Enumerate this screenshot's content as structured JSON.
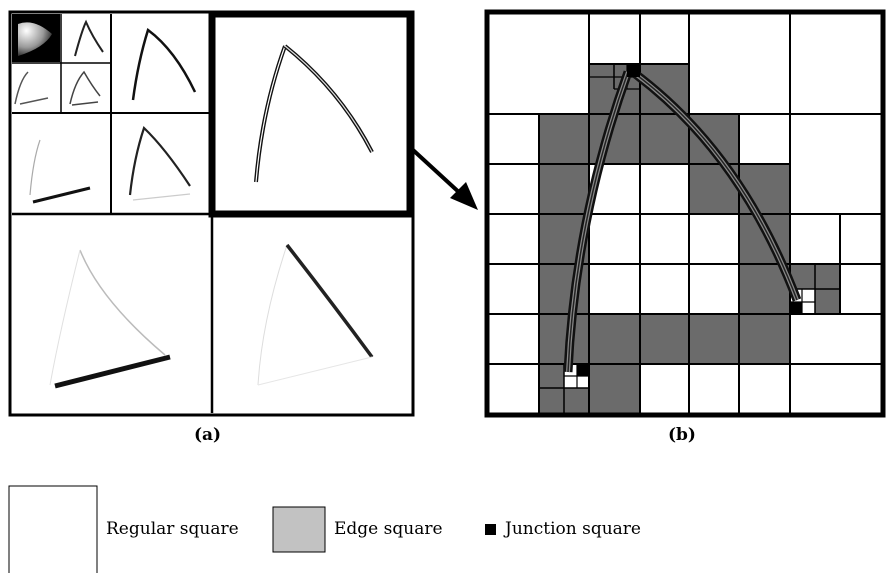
{
  "captions": {
    "panel_a": "(a)",
    "panel_b": "(b)"
  },
  "legend": {
    "regular": "Regular square",
    "edge": "Edge square",
    "junction": "Junction square"
  },
  "colors": {
    "edge_fill": "#6b6b6b",
    "legend_edge_fill": "#c2c2c2",
    "line": "#000000"
  }
}
